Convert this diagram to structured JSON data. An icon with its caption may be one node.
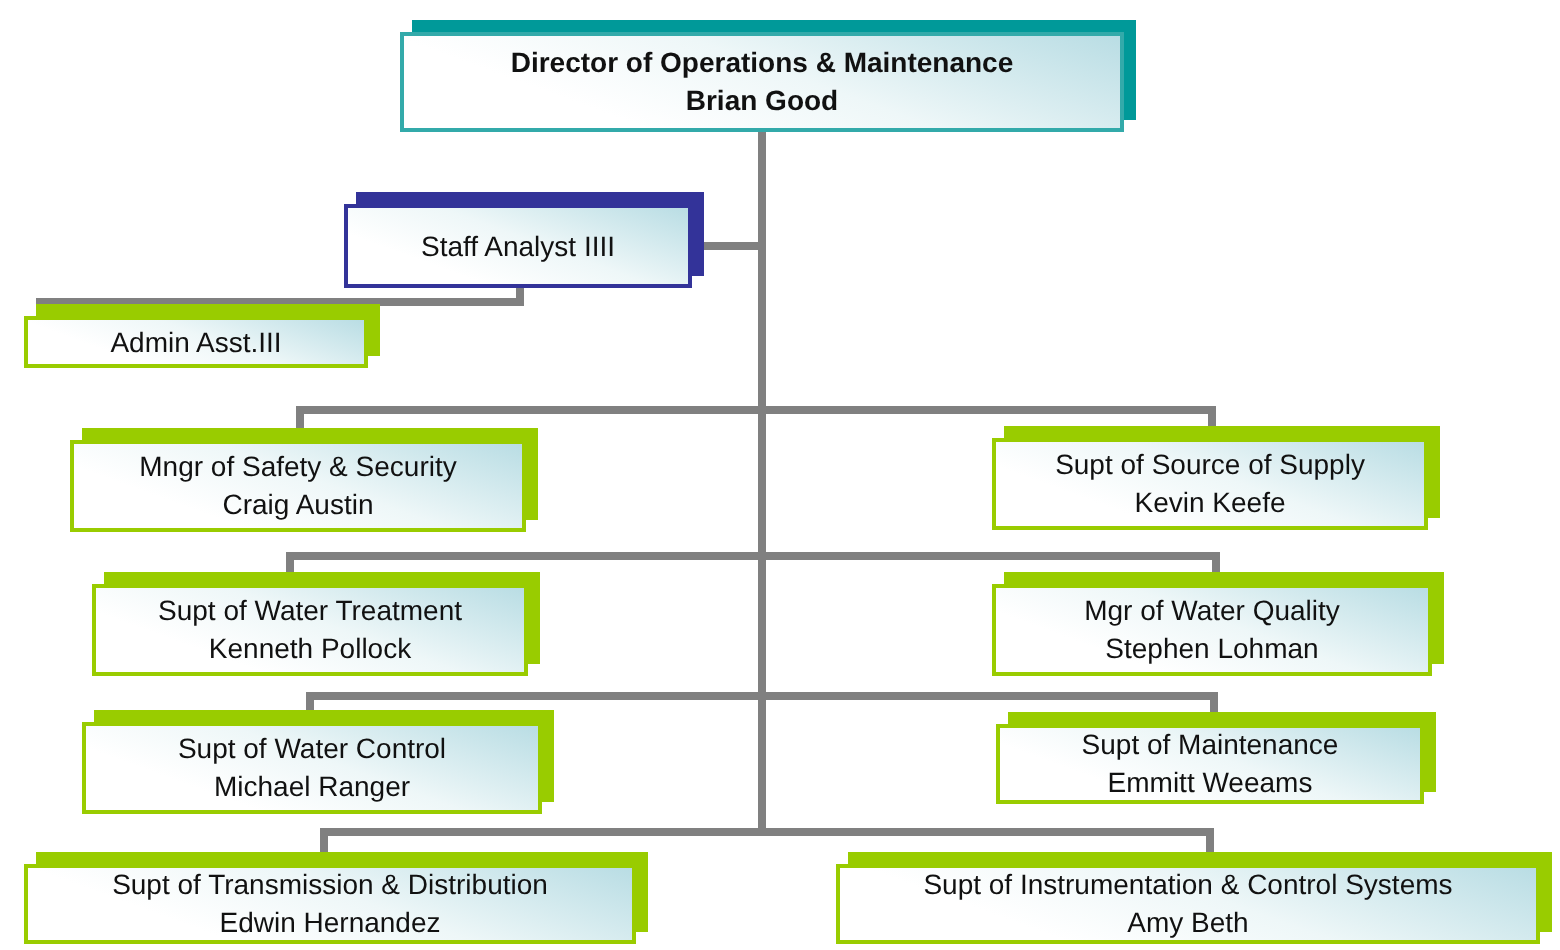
{
  "diagram": {
    "nodes": [
      {
        "text": [
          "Director of Operations & Maintenance",
          "Brian Good"
        ]
      },
      {
        "text": [
          "Staff Analyst IIII"
        ]
      },
      {
        "text": [
          "Admin Asst.III"
        ]
      },
      {
        "text": [
          "Mngr of Safety & Security",
          "Craig Austin"
        ]
      },
      {
        "text": [
          "Supt of Source of Supply",
          "Kevin Keefe"
        ]
      },
      {
        "text": [
          "Supt of Water Treatment",
          "Kenneth Pollock"
        ]
      },
      {
        "text": [
          "Mgr of Water Quality",
          "Stephen Lohman"
        ]
      },
      {
        "text": [
          "Supt of Water Control",
          "Michael Ranger"
        ]
      },
      {
        "text": [
          "Supt of Maintenance",
          "Emmitt Weeams"
        ]
      },
      {
        "text": [
          "Supt of Transmission & Distribution",
          "Edwin Hernandez"
        ]
      },
      {
        "text": [
          "Supt of Instrumentation & Control Systems",
          "Amy Beth"
        ]
      }
    ],
    "edges": [
      {
        "from": 0,
        "to": 1,
        "arrow": "none"
      },
      {
        "from": 1,
        "to": 2,
        "arrow": "none"
      },
      {
        "from": 0,
        "to": 3,
        "arrow": "none"
      },
      {
        "from": 0,
        "to": 4,
        "arrow": "none"
      },
      {
        "from": 0,
        "to": 5,
        "arrow": "none"
      },
      {
        "from": 0,
        "to": 6,
        "arrow": "none"
      },
      {
        "from": 0,
        "to": 7,
        "arrow": "none"
      },
      {
        "from": 0,
        "to": 8,
        "arrow": "none"
      },
      {
        "from": 0,
        "to": 9,
        "arrow": "none"
      },
      {
        "from": 0,
        "to": 10,
        "arrow": "none"
      }
    ]
  }
}
